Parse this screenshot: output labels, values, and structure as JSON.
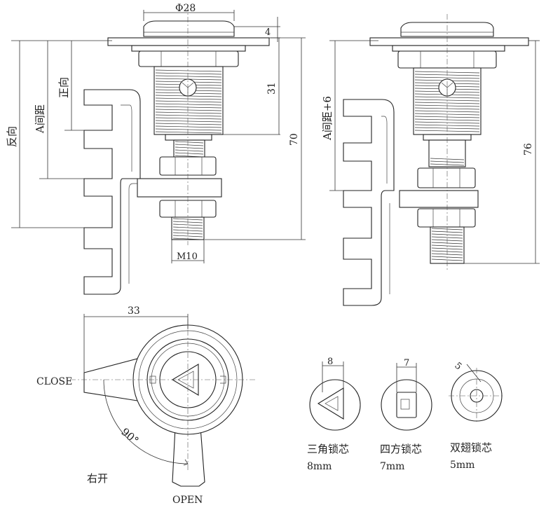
{
  "side_view_left": {
    "dim_diameter": "Φ28",
    "dim_cap": "4",
    "dim_body": "31",
    "dim_total": "70",
    "dim_thread": "M10",
    "label_reverse": "反向",
    "label_a_spacing": "A间距",
    "label_forward": "正向"
  },
  "side_view_right": {
    "label_a_spacing_plus": "A间距+6",
    "dim_total": "76"
  },
  "front_view": {
    "dim_width": "33",
    "label_close": "CLOSE",
    "label_open": "OPEN",
    "label_angle": "90°",
    "label_right_open": "右开"
  },
  "cores": [
    {
      "name": "三角锁芯",
      "size": "8mm",
      "dim": "8"
    },
    {
      "name": "四方锁芯",
      "size": "7mm",
      "dim": "7"
    },
    {
      "name": "双翅锁芯",
      "size": "5mm",
      "dim": "5"
    }
  ]
}
